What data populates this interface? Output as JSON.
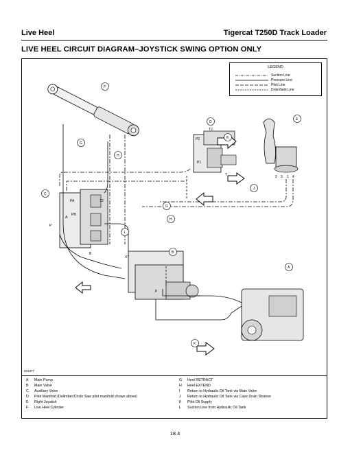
{
  "header": {
    "left": "Live Heel",
    "right": "Tigercat T250D Track Loader"
  },
  "section_title": "LIVE HEEL CIRCUIT DIAGRAM–JOYSTICK SWING OPTION ONLY",
  "figure": {
    "id": "201377",
    "legend": {
      "title": "LEGEND",
      "items": [
        "Suction Line",
        "Pressure Line",
        "Pilot Line",
        "Drain/tank Line"
      ]
    },
    "callouts": [
      "A",
      "B",
      "C",
      "D",
      "E",
      "F",
      "G",
      "H",
      "I",
      "J",
      "K"
    ],
    "port_labels": [
      "PA",
      "T2",
      "PB",
      "A",
      "B",
      "P2",
      "P1",
      "T",
      "P",
      "XT",
      "2",
      "3",
      "1",
      "4",
      "T"
    ]
  },
  "captions": {
    "left": [
      {
        "letter": "A",
        "text": "Main Pump"
      },
      {
        "letter": "B",
        "text": "Main Valve"
      },
      {
        "letter": "C",
        "text": "Auxiliary Valve"
      },
      {
        "letter": "D",
        "text": "Pilot Manifold (Delimber/Circle Saw pilot manifold shown above)"
      },
      {
        "letter": "E",
        "text": "Right Joystick"
      },
      {
        "letter": "F",
        "text": "Live Heel Cylinder"
      }
    ],
    "right": [
      {
        "letter": "G",
        "text": "Heel RETRACT"
      },
      {
        "letter": "H",
        "text": "Heel EXTEND"
      },
      {
        "letter": "I",
        "text": "Return to Hydraulic Oil Tank via Main Valve"
      },
      {
        "letter": "J",
        "text": "Return to Hydraulic Oil Tank via Case Drain Strainer"
      },
      {
        "letter": "K",
        "text": "Pilot Oil Supply"
      },
      {
        "letter": "L",
        "text": "Suction Line from Hydraulic Oil Tank"
      }
    ]
  },
  "page_number": "18.4"
}
